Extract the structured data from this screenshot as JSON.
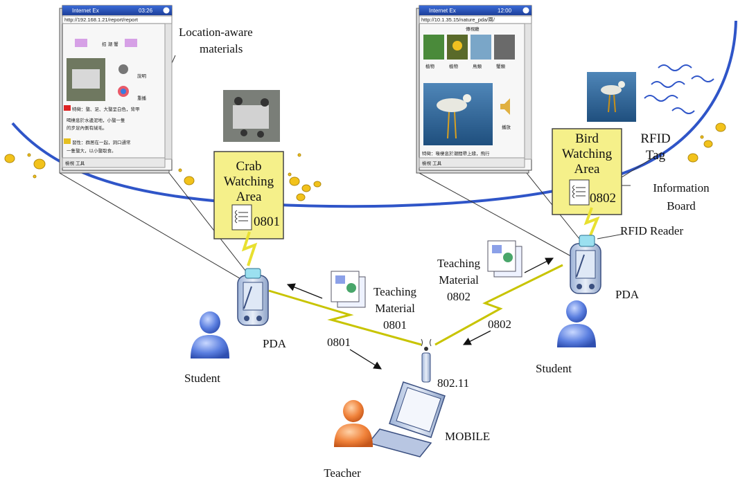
{
  "labels": {
    "location_aware": [
      "Location-aware",
      "materials"
    ],
    "crab_board": [
      "Crab",
      "Watching",
      "Area"
    ],
    "crab_tag_id": "0801",
    "bird_board": [
      "Bird",
      "Watching",
      "Area"
    ],
    "bird_tag_id": "0802",
    "rfid_tag": [
      "RFID",
      "Tag"
    ],
    "information_board": [
      "Information",
      "Board"
    ],
    "rfid_reader": "RFID Reader",
    "pda": "PDA",
    "teaching_material_left": [
      "Teaching",
      "Material",
      "0801"
    ],
    "teaching_material_right": [
      "Teaching",
      "Material",
      "0802"
    ],
    "id_left": "0801",
    "id_right": "0802",
    "wifi": "802.11",
    "mobile": "MOBILE",
    "student": "Student",
    "teacher": "Teacher"
  },
  "screens": {
    "crab": {
      "title": "Internet Ex",
      "clock": "03:26",
      "url": "http://192.168.1.21/report/report",
      "heading": "招 潮 蟹",
      "link1": "說明",
      "link2": "重播",
      "text1": "特徵：螯、足、大螯呈白色，背甲",
      "text2": "喝棲息於水邊泥地，小螯一隻",
      "text3": "的步足內側有絨毛。",
      "text4": "習性：群居在一起，洞口通常",
      "text5": "一隻螯大，以小螯取食。",
      "menubar": "檢視 工具"
    },
    "bird": {
      "title": "Internet Ex",
      "clock": "12:00",
      "url": "http://10.1.35.15/nature_pda/兩/",
      "heading": "傳視廳",
      "thumbs": [
        "植物",
        "植物",
        "鳥類",
        "蟹類"
      ],
      "link": "播放",
      "text": "特徵：喙棲息於潮間帶上緣，飛行",
      "menubar": "檢視 工具"
    }
  },
  "colors": {
    "boundary": "#2f55c8",
    "board_fill": "#f5f08a",
    "signal": "#e8e030",
    "student": "#5b7fe0",
    "teacher": "#f0823a"
  }
}
